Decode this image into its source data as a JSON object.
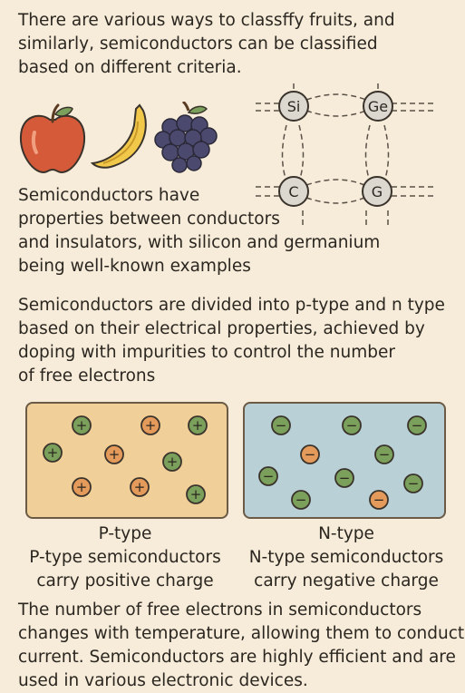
{
  "intro": {
    "lines": [
      "There are various ways to classffy fruits, and",
      "similarly, semiconductors can be classified",
      "based on different criteria."
    ]
  },
  "fruits": [
    "apple-icon",
    "banana-icon",
    "grapes-icon"
  ],
  "lattice": {
    "atoms": [
      "Si",
      "Ge",
      "C",
      "G"
    ]
  },
  "properties": {
    "lines": [
      "Semiconductors have",
      "properties between conductors",
      "and insulators, with silicon and germanium",
      "being well-known examples"
    ]
  },
  "doping": {
    "lines": [
      "Semiconductors are divided into p-type and n type",
      "based on their electrical properties, achieved by",
      "doping with impurities to control the number",
      "of free electrons"
    ]
  },
  "ptype": {
    "title": "P-type",
    "line1": "P-type semiconductors",
    "line2": "carry positive charge",
    "fill": "#f0cf98",
    "symbol": "+"
  },
  "ntype": {
    "title": "N-type",
    "line1": "N-type semiconductors",
    "line2": "carry negative charge",
    "fill": "#b9d0d6",
    "symbol": "−"
  },
  "colors": {
    "green_charge": "#7ba05b",
    "orange_charge": "#e39a5a",
    "outline": "#3a332b"
  },
  "conclusion": {
    "lines": [
      "The number of free electrons in semiconductors",
      "changes with temperature, allowing them to conduct",
      "current. Semiconductors are highly efficient and are",
      "used in various electronic devices."
    ]
  }
}
